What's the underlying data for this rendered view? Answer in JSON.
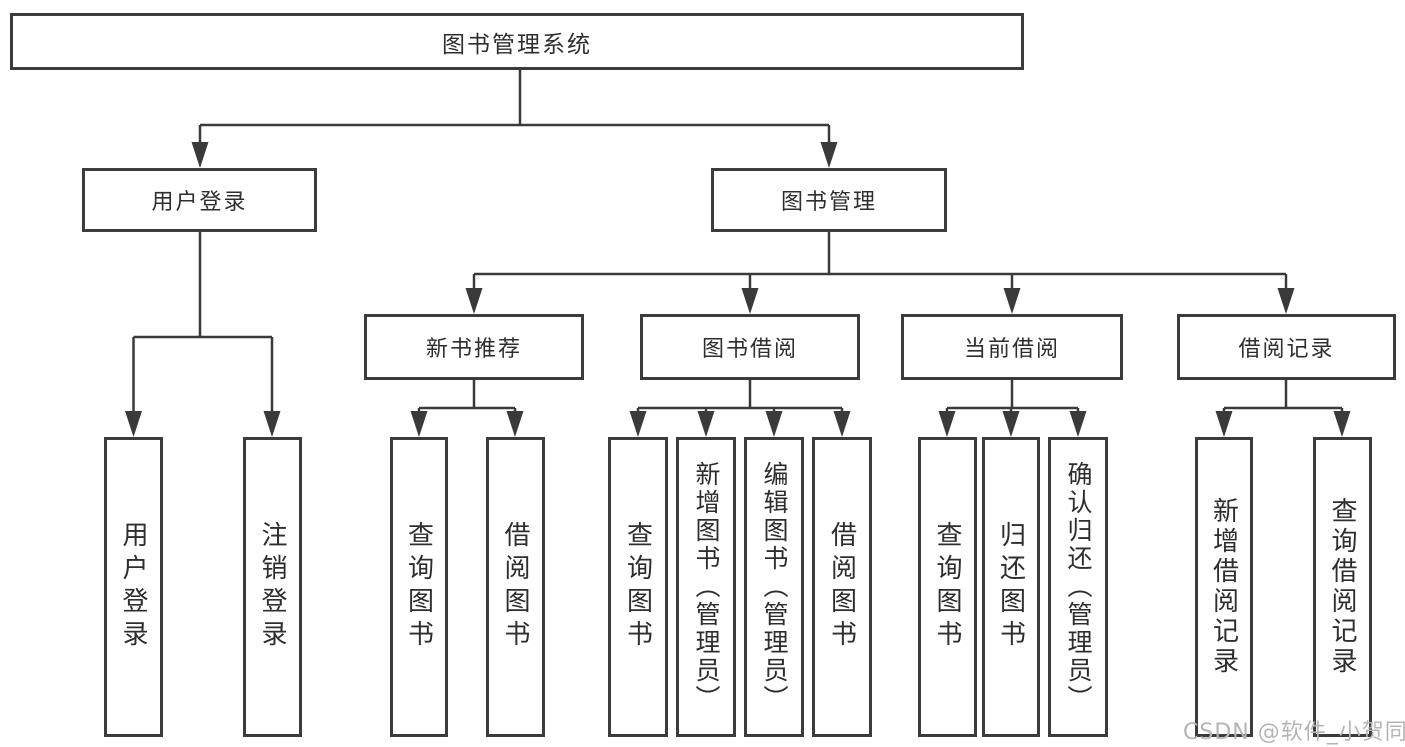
{
  "diagram_title": "图书管理系统",
  "tree": {
    "root": {
      "label": "图书管理系统",
      "children": [
        {
          "label": "用户登录",
          "children": [
            {
              "label": "用户登录"
            },
            {
              "label": "注销登录"
            }
          ]
        },
        {
          "label": "图书管理",
          "children": [
            {
              "label": "新书推荐",
              "children": [
                {
                  "label": "查询图书"
                },
                {
                  "label": "借阅图书"
                }
              ]
            },
            {
              "label": "图书借阅",
              "children": [
                {
                  "label": "查询图书"
                },
                {
                  "label": "新增图书（管理员）"
                },
                {
                  "label": "编辑图书（管理员）"
                },
                {
                  "label": "借阅图书"
                }
              ]
            },
            {
              "label": "当前借阅",
              "children": [
                {
                  "label": "查询图书"
                },
                {
                  "label": "归还图书"
                },
                {
                  "label": "确认归还（管理员）"
                }
              ]
            },
            {
              "label": "借阅记录",
              "children": [
                {
                  "label": "新增借阅记录"
                },
                {
                  "label": "查询借阅记录"
                }
              ]
            }
          ]
        }
      ]
    }
  },
  "watermark": {
    "text": "CSDN @软件_小贺同学",
    "color": "#b5b5b5"
  },
  "colors": {
    "line": "#3a3a3a",
    "box_border": "#3b3b3b",
    "text": "#2e2e2e",
    "background": "#ffffff",
    "watermark": "#b5b5b5"
  }
}
